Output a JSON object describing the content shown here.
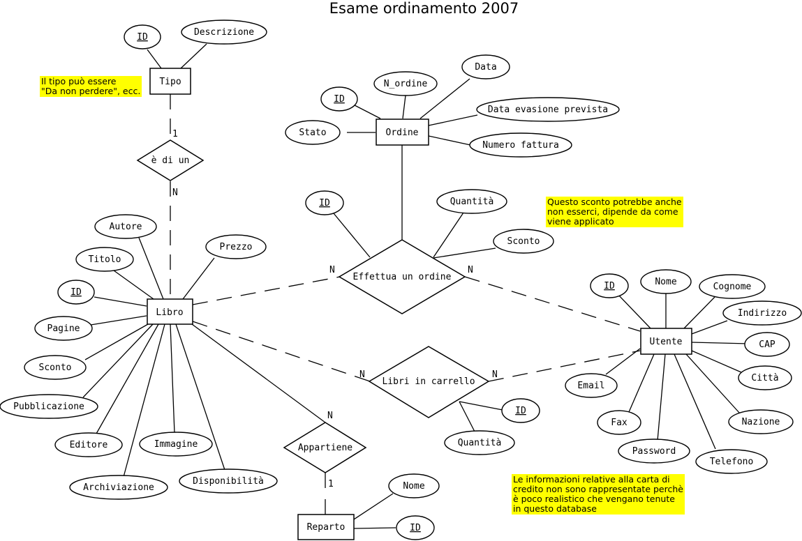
{
  "title": "Esame ordinamento 2007",
  "notes": {
    "tipo": "Il tipo può essere\n\"Da non perdere\", ecc.",
    "sconto": "Questo sconto potrebbe anche\nnon esserci, dipende da come\nviene applicato",
    "carta": "Le informazioni relative alla carta di\ncredito non sono rappresentate perchè\nè poco realistico che vengano tenute\nin questo database"
  },
  "entities": {
    "tipo": "Tipo",
    "ordine": "Ordine",
    "libro": "Libro",
    "utente": "Utente",
    "reparto": "Reparto"
  },
  "relationships": {
    "e_di_un": "è di un",
    "effettua": "Effettua un ordine",
    "carrello": "Libri in carrello",
    "appartiene": "Appartiene"
  },
  "attributes": {
    "tipo_id": "ID",
    "tipo_descrizione": "Descrizione",
    "ordine_id": "ID",
    "ordine_n_ordine": "N_ordine",
    "ordine_data": "Data",
    "ordine_data_evasione": "Data evasione prevista",
    "ordine_numero_fattura": "Numero fattura",
    "ordine_stato": "Stato",
    "effettua_id": "ID",
    "effettua_quantita": "Quantità",
    "effettua_sconto": "Sconto",
    "libro_autore": "Autore",
    "libro_titolo": "Titolo",
    "libro_prezzo": "Prezzo",
    "libro_id": "ID",
    "libro_pagine": "Pagine",
    "libro_sconto": "Sconto",
    "libro_pubblicazione": "Pubblicazione",
    "libro_editore": "Editore",
    "libro_immagine": "Immagine",
    "libro_archiviazione": "Archiviazione",
    "libro_disponibilita": "Disponibilità",
    "utente_id": "ID",
    "utente_nome": "Nome",
    "utente_cognome": "Cognome",
    "utente_indirizzo": "Indirizzo",
    "utente_cap": "CAP",
    "utente_citta": "Città",
    "utente_nazione": "Nazione",
    "utente_telefono": "Telefono",
    "utente_password": "Password",
    "utente_fax": "Fax",
    "utente_email": "Email",
    "carrello_id": "ID",
    "carrello_quantita": "Quantità",
    "reparto_nome": "Nome",
    "reparto_id": "ID"
  },
  "cardinalities": {
    "tipo_one": "1",
    "libro_n": "N",
    "effettua_libro_n": "N",
    "effettua_utente_n": "N",
    "carrello_libro_n": "N",
    "carrello_utente_n": "N",
    "appartiene_libro_n": "N",
    "appartiene_reparto_one": "1"
  }
}
